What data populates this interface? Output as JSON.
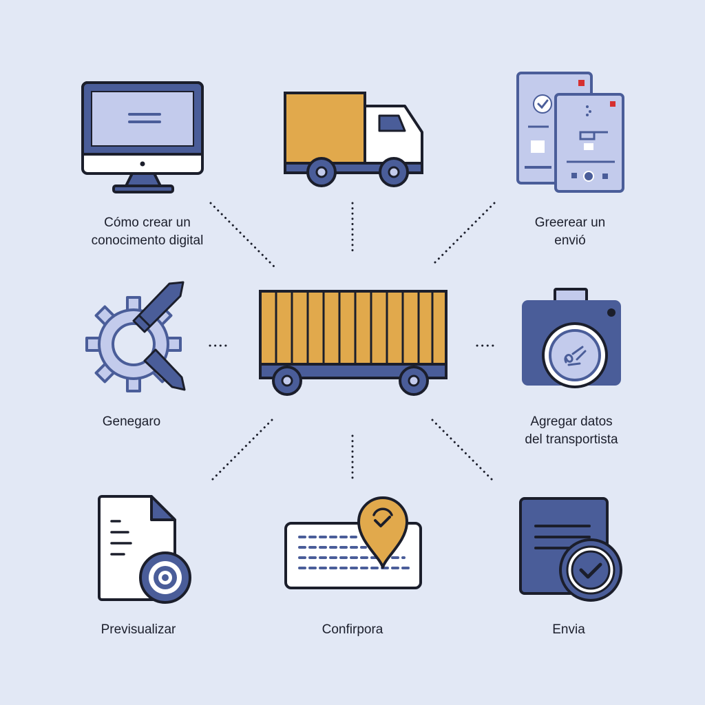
{
  "colors": {
    "background": "#e2e8f5",
    "navy": "#4a5d99",
    "outline": "#1b1e2b",
    "amber": "#e1a94c",
    "light_panel": "#c3cbec",
    "paper": "#ffffff"
  },
  "icons": {
    "top_left": "desktop-monitor-icon",
    "top_center": "delivery-truck-icon",
    "top_right": "document-cards-icon",
    "middle_left": "gear-tools-icon",
    "center": "cargo-container-trailer-icon",
    "middle_right": "camera-icon",
    "bottom_left": "document-preview-icon",
    "bottom_center": "map-pin-ticket-icon",
    "bottom_right": "document-check-icon"
  },
  "nodes": {
    "top_left": {
      "line1": "Cómo crear un",
      "line2": "conocimento digital"
    },
    "top_right": {
      "line1": "Greerear un",
      "line2": "envió"
    },
    "middle_left": {
      "line1": "Genegaro"
    },
    "middle_right": {
      "line1": "Agregar datos",
      "line2": "del transportista"
    },
    "bottom_left": {
      "line1": "Previsualizar"
    },
    "bottom_center": {
      "line1": "Confirpora"
    },
    "bottom_right": {
      "line1": "Envia"
    }
  }
}
